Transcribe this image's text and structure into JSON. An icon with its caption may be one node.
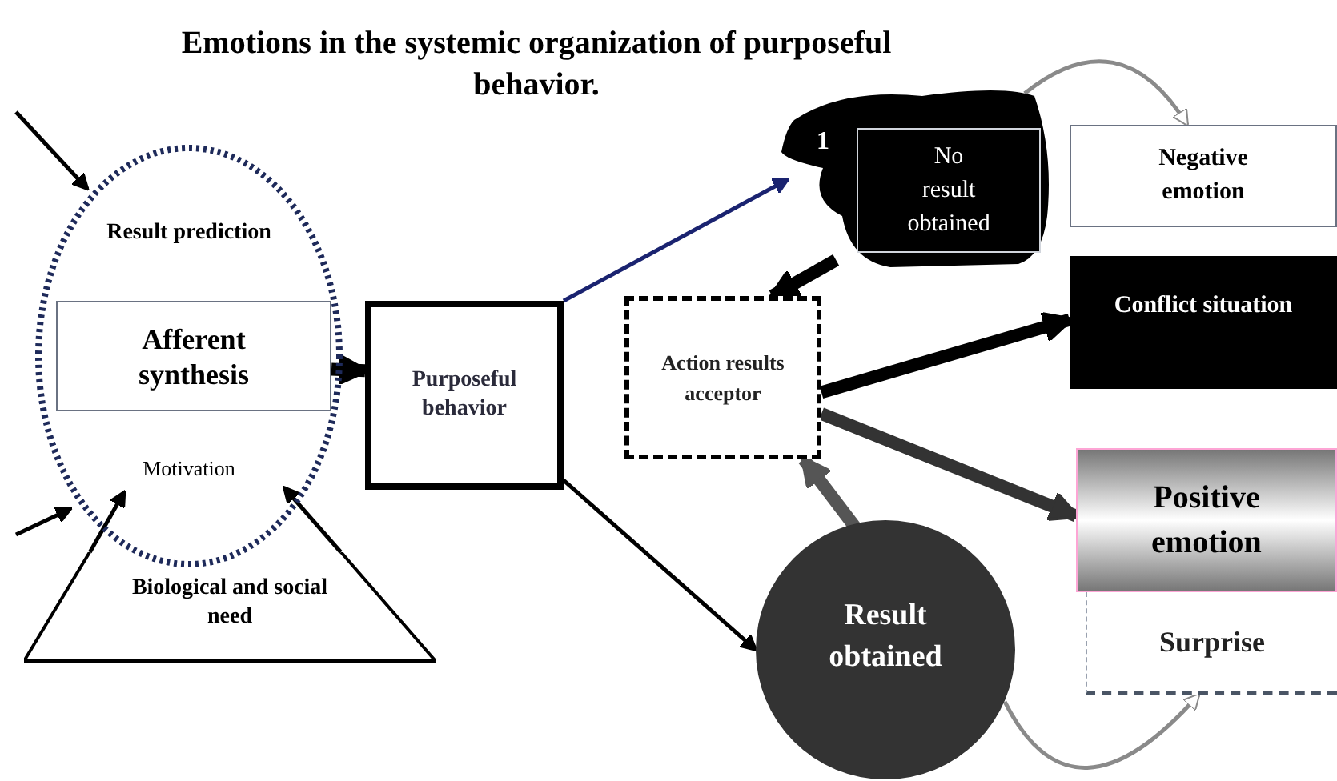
{
  "diagram": {
    "title": "Emotions in the systemic organization of purposeful behavior.",
    "nodes": [
      {
        "text": [
          "Result prediction",
          "Motivation"
        ]
      },
      {
        "text": [
          "Afferent synthesis"
        ],
        "in": 0
      },
      {
        "text": [
          "Purposeful behavior"
        ]
      },
      {
        "text": [
          "1"
        ]
      },
      {
        "text": [
          "No result obtained"
        ],
        "in": 3
      },
      {
        "text": [
          "Negative emotion"
        ]
      },
      {
        "text": [
          "Action results acceptor"
        ]
      },
      {
        "text": [
          "Conflict situation"
        ]
      },
      {
        "text": [
          "Positive emotion"
        ]
      },
      {
        "text": [
          "Surprise"
        ]
      },
      {
        "text": [
          "Result obtained"
        ]
      },
      {
        "text": [
          "Biological and social need"
        ]
      }
    ],
    "edges": [
      {
        "from": 1,
        "to": 2,
        "arrow": "to",
        "style": "thick"
      },
      {
        "from": 2,
        "to": 3,
        "arrow": "to",
        "color": "#1a2370"
      },
      {
        "from": 3,
        "to": 6,
        "arrow": "to",
        "style": "thick"
      },
      {
        "from": 3,
        "to": 5,
        "arrow": "to",
        "color": "#8a8a8a"
      },
      {
        "from": 6,
        "to": 7,
        "arrow": "to",
        "style": "thick"
      },
      {
        "from": 6,
        "to": 8,
        "arrow": "to",
        "style": "thick",
        "color": "#333333"
      },
      {
        "from": 2,
        "to": 10,
        "arrow": "to"
      },
      {
        "from": 10,
        "to": 6,
        "arrow": "to",
        "style": "thick",
        "color": "#555555"
      },
      {
        "from": 10,
        "to": 9,
        "arrow": "to",
        "color": "#8a8a8a"
      },
      {
        "from": null,
        "to": 0,
        "arrow": "to"
      },
      {
        "from": null,
        "to": 0,
        "arrow": "to"
      },
      {
        "from": 11,
        "to": 0,
        "arrow": "to"
      },
      {
        "from": 11,
        "to": 0,
        "arrow": "to"
      }
    ]
  }
}
